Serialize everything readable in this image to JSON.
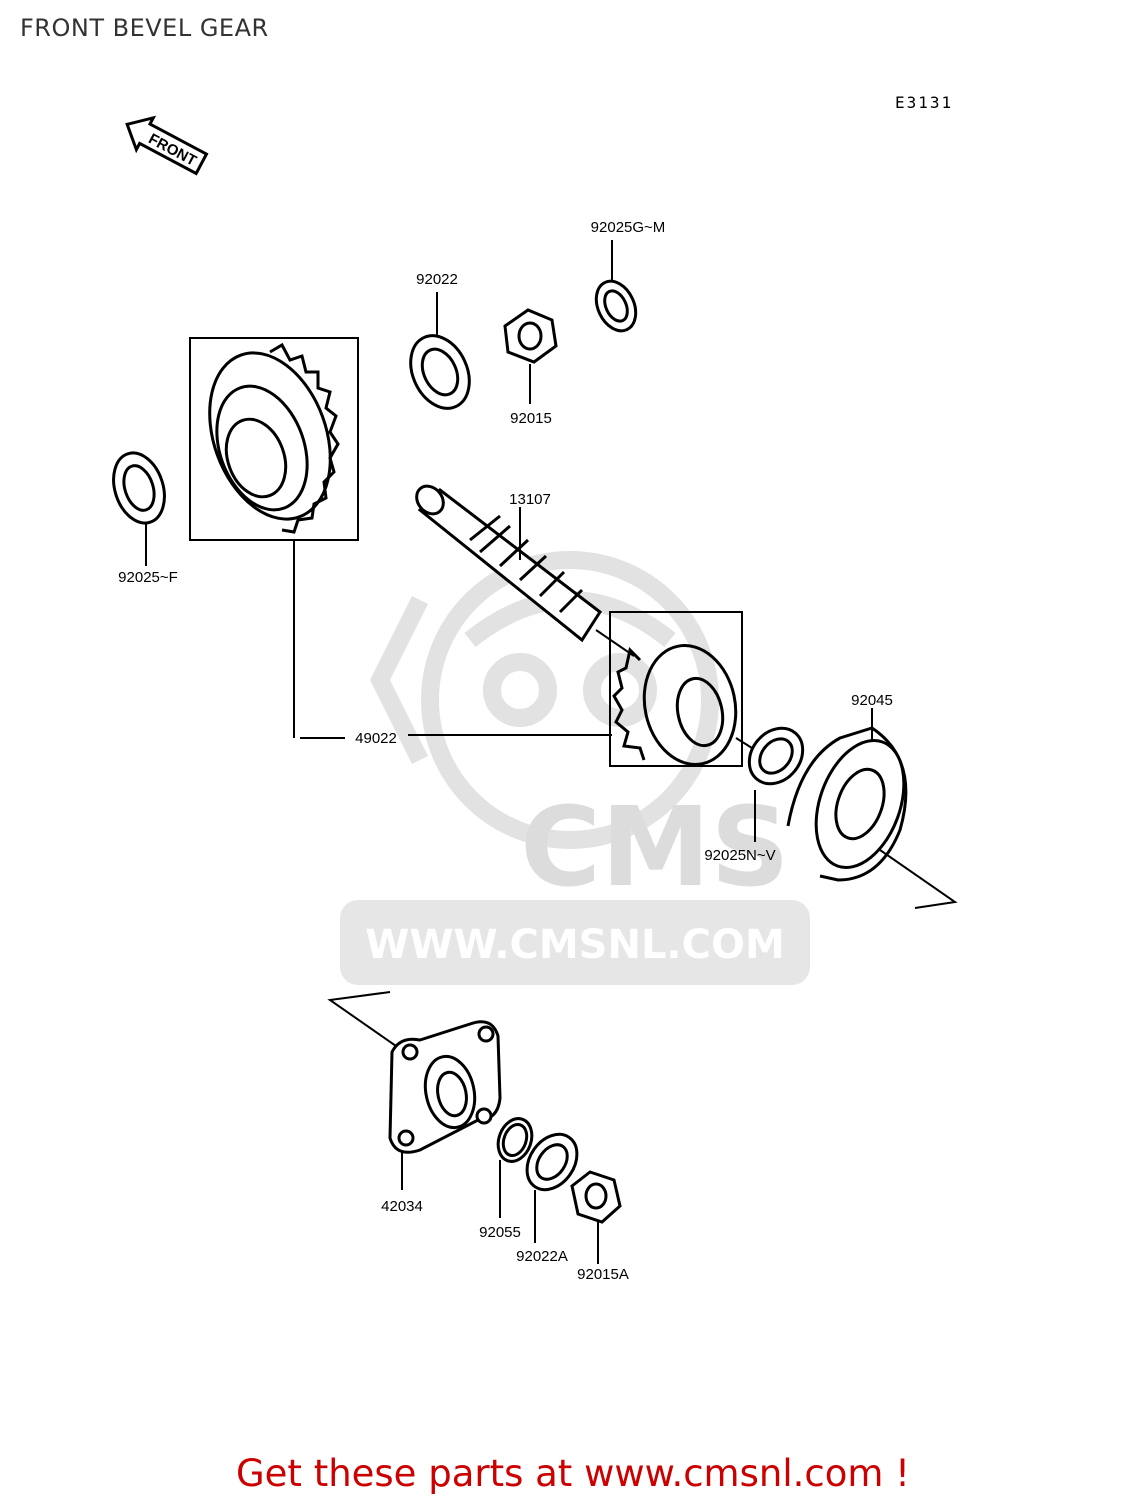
{
  "title": "FRONT BEVEL GEAR",
  "diagram_code": "E3131",
  "front_arrow_label": "FRONT",
  "watermark": {
    "logo_text": "CMS",
    "site_text": "WWW.CMSNL.COM"
  },
  "parts": {
    "p92025GM": "92025G~M",
    "p92022": "92022",
    "p92015": "92015",
    "p13107": "13107",
    "p92025F": "92025~F",
    "p49022": "49022",
    "p92045": "92045",
    "p92025NV": "92025N~V",
    "p42034": "42034",
    "p92055": "92055",
    "p92022A": "92022A",
    "p92015A": "92015A"
  },
  "footer": "Get these parts at www.cmsnl.com !"
}
